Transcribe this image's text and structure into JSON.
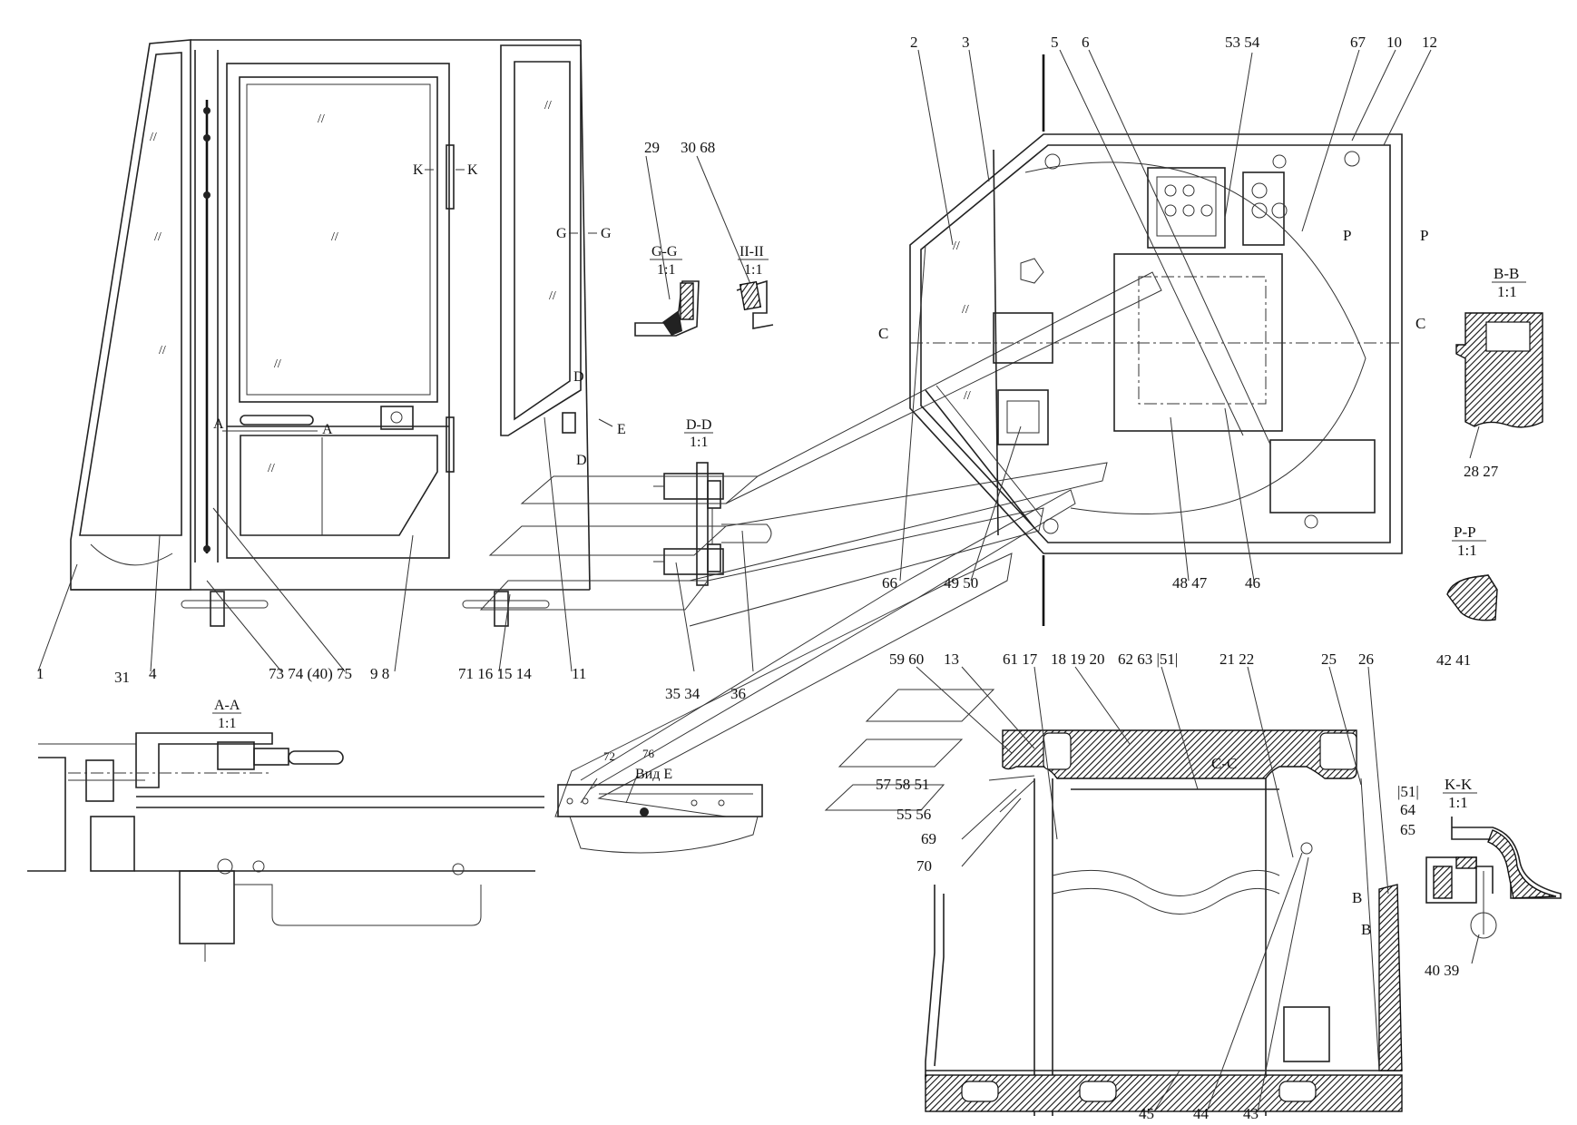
{
  "labels": {
    "l_1": "1",
    "l_4": "4",
    "l_73": "73 74 (40)",
    "l_75": "75",
    "l_9": "9 8",
    "l_71": "71 16 15 14",
    "l_11": "11",
    "l_35": "35 34",
    "l_36": "36",
    "l_31": "31",
    "l_29": "29",
    "l_30": "30 68",
    "l_2": "2",
    "l_3": "3",
    "l_5": "5",
    "l_6": "6",
    "l_53": "53 54",
    "l_67": "67",
    "l_10": "10",
    "l_12": "12",
    "l_66": "66",
    "l_49": "49 50",
    "l_48": "48 47",
    "l_46": "46",
    "l_28": "28 27",
    "l_42": "42 41",
    "l_59": "59 60",
    "l_13": "13",
    "l_61": "61 17",
    "l_18": "18 19 20",
    "l_62": "62 63 |51|",
    "l_21": "21 22",
    "l_25": "25",
    "l_26": "26",
    "l_57": "57 58 51",
    "l_55": "55 56",
    "l_69": "69",
    "l_70": "70",
    "l_51b": "|51|",
    "l_64": "64",
    "l_65": "65",
    "l_40": "40 39",
    "l_45": "45",
    "l_44": "44",
    "l_43": "43",
    "l_72": "72",
    "l_76": "76"
  },
  "sections": {
    "gg": "G-G",
    "gg_scale": "1:1",
    "ii": "II-II",
    "ii_scale": "1:1",
    "dd": "D-D",
    "dd_scale": "1:1",
    "aa": "A-A",
    "aa_scale": "1:1",
    "bb": "B-B",
    "bb_scale": "1:1",
    "pp": "P-P",
    "pp_scale": "1:1",
    "kk": "K-K",
    "kk_scale": "1:1",
    "cc": "C-C",
    "vid_e": "Вид Е"
  },
  "marks": {
    "k_left": "K",
    "k_right": "K",
    "g_left": "G",
    "g_right": "G",
    "a_left": "A",
    "a_right": "A",
    "d_top": "D",
    "d_bottom": "D",
    "e_arrow": "E",
    "c_left": "C",
    "c_right": "C",
    "p_left": "P",
    "p_right": "P",
    "b_top": "B",
    "b_bottom": "B"
  }
}
